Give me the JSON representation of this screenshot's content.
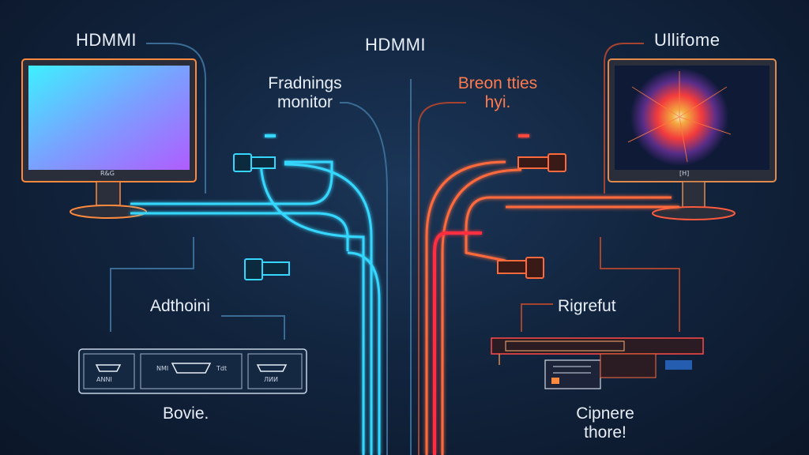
{
  "labels": {
    "top_left": "HDMMI",
    "top_center": "HDMMI",
    "top_right": "Ullifome",
    "left_callout_line1": "Fradnings",
    "left_callout_line2": "monitor",
    "right_callout_line1": "Breon tties",
    "right_callout_line2": "hyi.",
    "left_device": "Adthoini",
    "left_bottom": "Bovie.",
    "right_device": "Rigrefut",
    "right_bottom_line1": "Cipnere",
    "right_bottom_line2": "thore!"
  },
  "monitor_badges": {
    "left": "R&G",
    "right": "[H]"
  },
  "switch_ports": {
    "port1": "ANNI",
    "port2_left": "NMI",
    "port2_right": "Tdt",
    "port3": "ЛИИ"
  },
  "colors": {
    "cyan": "#35d7ff",
    "orange": "#ff6a3d",
    "red": "#ff3b3b",
    "background": "#12253f"
  },
  "icons": {
    "hdmi_plug": "hdmi-plug-icon",
    "monitor": "monitor-icon",
    "switch": "hdmi-switch-icon"
  }
}
